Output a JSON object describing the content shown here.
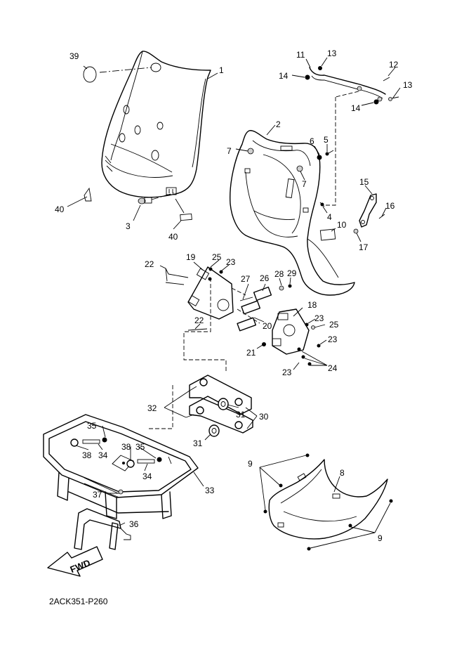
{
  "diagram_code": "2ACK351-P260",
  "fwd_label": "FWD",
  "callouts": {
    "c1": "1",
    "c2": "2",
    "c3": "3",
    "c4": "4",
    "c5": "5",
    "c6": "6",
    "c7a": "7",
    "c7b": "7",
    "c8": "8",
    "c9a": "9",
    "c9b": "9",
    "c10": "10",
    "c11": "11",
    "c12": "12",
    "c13a": "13",
    "c13b": "13",
    "c14a": "14",
    "c14b": "14",
    "c15": "15",
    "c16": "16",
    "c17": "17",
    "c18": "18",
    "c19": "19",
    "c20": "20",
    "c21": "21",
    "c22a": "22",
    "c22b": "22",
    "c23a": "23",
    "c23b": "23",
    "c23c": "23",
    "c23d": "23",
    "c24": "24",
    "c25a": "25",
    "c25b": "25",
    "c26": "26",
    "c27": "27",
    "c28": "28",
    "c29": "29",
    "c30": "30",
    "c31a": "31",
    "c31b": "31",
    "c32": "32",
    "c33": "33",
    "c34a": "34",
    "c34b": "34",
    "c35a": "35",
    "c35b": "35",
    "c36": "36",
    "c37": "37",
    "c38a": "38",
    "c38b": "38",
    "c39": "39",
    "c40a": "40",
    "c40b": "40"
  }
}
